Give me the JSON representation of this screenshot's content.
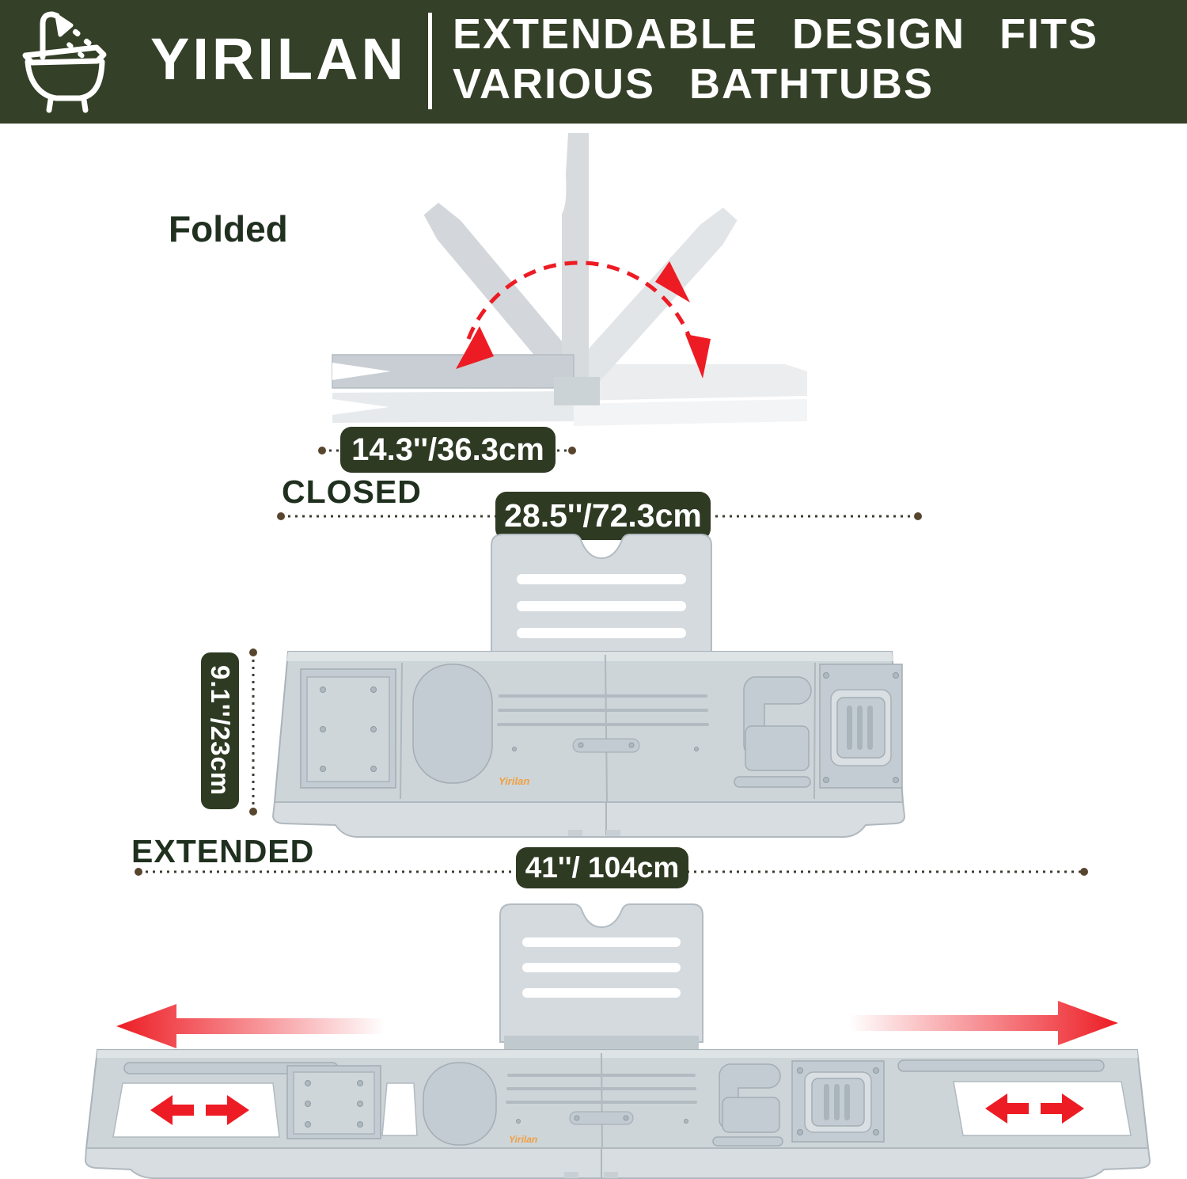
{
  "header": {
    "brand": "YIRILAN",
    "title_line1": "EXTENDABLE DESIGN FITS",
    "title_line2": "VARIOUS BATHTUBS"
  },
  "folded_section": {
    "label": "Folded",
    "width_badge": "14.3''/36.3cm"
  },
  "closed_section": {
    "label": "CLOSED",
    "width_badge": "28.5''/72.3cm",
    "height_badge": "9.1''/23cm",
    "tray_logo": "Yirilan"
  },
  "extended_section": {
    "label": "EXTENDED",
    "width_badge": "41''/ 104cm",
    "tray_logo": "Yirilan"
  },
  "icons": {
    "brand_icon": "bathtub-shower-icon",
    "fold_arrow": "rotation-arc-arrow",
    "slide_arrows": "extend-direction-arrows"
  },
  "colors": {
    "header_bg": "#344027",
    "badge_bg": "#2e3a22",
    "label_text": "#20301f",
    "arrow_red": "#ed1c24",
    "tray_gray": "#ced5d9",
    "logo_orange": "#ef9f3f",
    "dimension_dot": "#57452e"
  }
}
